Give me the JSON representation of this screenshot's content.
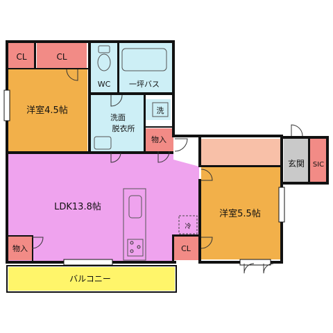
{
  "labels": {
    "cl_1": "CL",
    "cl_2": "CL",
    "cl_3": "CL",
    "room_west": "洋室4.5帖",
    "wc": "WC",
    "bath": "一坪バス",
    "wash": "洗",
    "dressing_1": "洗面",
    "dressing_2": "脱衣所",
    "storage_1": "物入",
    "storage_2": "物入",
    "ldk": "LDK13.8帖",
    "fridge": "冷",
    "room_east": "洋室5.5帖",
    "entrance": "玄関",
    "sic": "SIC",
    "balcony": "バルコニー"
  },
  "colors": {
    "wood": "#F2B04A",
    "ldk": "#EFA3EE",
    "closet": "#F28B86",
    "light_blue": "#CDEFF6",
    "entrance": "#C9C9C9",
    "balcony": "#FFF56A",
    "corridor": "#F8C0A8",
    "wall": "#111111"
  }
}
